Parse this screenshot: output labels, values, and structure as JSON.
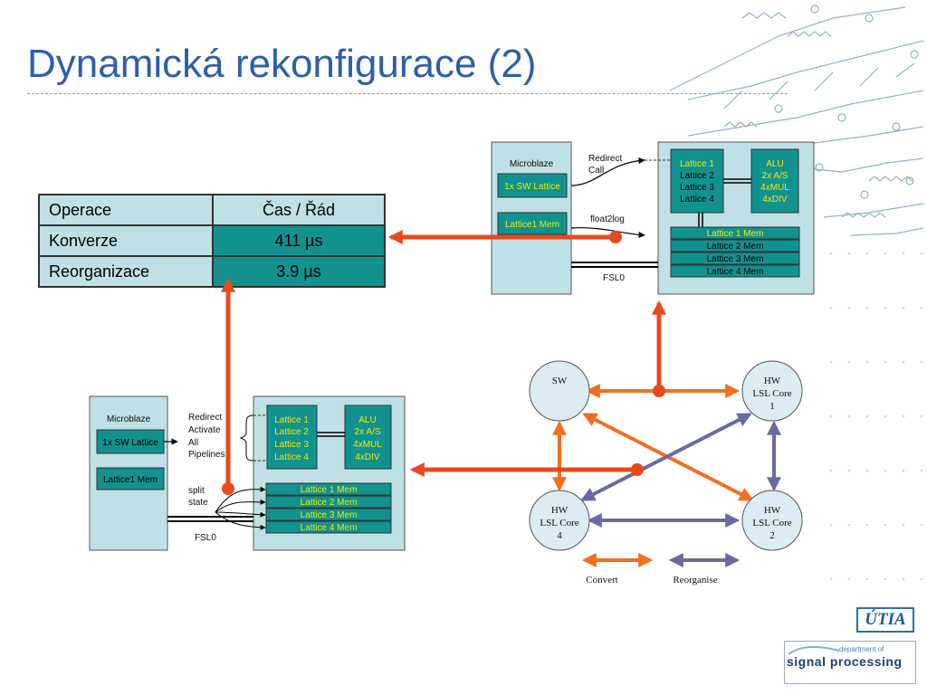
{
  "title": "Dynamická rekonfigurace (2)",
  "table": {
    "header": [
      "Operace",
      "Čas / Řád"
    ],
    "rows": [
      {
        "label": "Konverze",
        "value": "411 µs"
      },
      {
        "label": "Reorganizace",
        "value": "3.9 µs"
      }
    ]
  },
  "top_system": {
    "microblaze": "Microblaze",
    "sw_lattice": "1x SW Lattice",
    "lattice_mem": "Lattice1 Mem",
    "redirect_call": [
      "Redirect",
      "Call"
    ],
    "float2log": "float2log",
    "fsl": "FSL0",
    "lattices": [
      "Lattice 1",
      "Lattice 2",
      "Lattice 3",
      "Lattice 4"
    ],
    "alu": [
      "ALU",
      "2x A/S",
      "4xMUL",
      "4xDIV"
    ],
    "mems": [
      "Lattice 1 Mem",
      "Lattice 2 Mem",
      "Lattice 3 Mem",
      "Lattice 4 Mem"
    ]
  },
  "bottom_system": {
    "microblaze": "Microblaze",
    "sw_lattice": "1x SW Lattice",
    "lattice_mem": "Lattice1 Mem",
    "redirect": [
      "Redirect",
      "Activate",
      "All",
      "Pipelines"
    ],
    "split_state": [
      "split",
      "state"
    ],
    "fsl": "FSL0",
    "lattices": [
      "Lattice 1",
      "Lattice 2",
      "Lattice 3",
      "Lattice 4"
    ],
    "alu": [
      "ALU",
      "2x A/S",
      "4xMUL",
      "4xDIV"
    ],
    "mems": [
      "Lattice 1 Mem",
      "Lattice 2 Mem",
      "Lattice 3 Mem",
      "Lattice 4 Mem"
    ]
  },
  "state_graph": {
    "nodes": {
      "sw": [
        "SW"
      ],
      "core1": [
        "HW",
        "LSL Core",
        "1"
      ],
      "core4": [
        "HW",
        "LSL Core",
        "4"
      ],
      "core2": [
        "HW",
        "LSL Core",
        "2"
      ]
    },
    "legend": {
      "convert": "Convert",
      "reorganise": "Reorganise"
    }
  },
  "logos": {
    "utia": "ÚTIA",
    "dsp_line1": "department of",
    "dsp_line2": "signal processing"
  },
  "colors": {
    "title": "#2e5fa8",
    "panel": "#bfe0e4",
    "teal": "#11928f",
    "convert": "#f07020",
    "reorganise": "#6a6aa0",
    "link": "#e84a1c",
    "yellow_text": "#f2e600"
  }
}
